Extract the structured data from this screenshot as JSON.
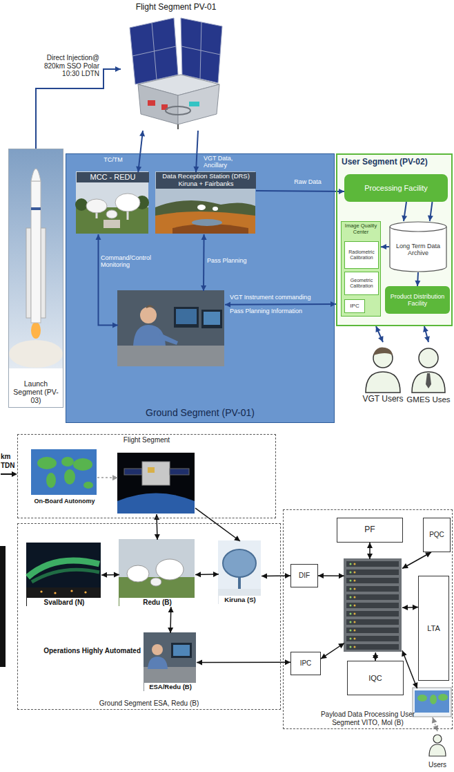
{
  "diagram": {
    "nodes": [
      {
        "text": [
          "Flight Segment PV-01"
        ]
      },
      {
        "text": [
          "Launch Segment (PV-03)"
        ]
      },
      {
        "text": [
          "Ground Segment (PV-01)"
        ]
      },
      {
        "text": [
          "MCC - REDU"
        ],
        "in": 2
      },
      {
        "text": [
          "Data Reception Station (DRS) Kiruna + Fairbanks"
        ],
        "in": 2
      },
      {
        "text": [],
        "in": 2
      },
      {
        "text": [
          "User Segment (PV-02)"
        ]
      },
      {
        "text": [
          "Processing Facility"
        ],
        "in": 6
      },
      {
        "text": [
          "Image Quality Center"
        ],
        "in": 6
      },
      {
        "text": [
          "Radiometric Calibration"
        ],
        "in": 8
      },
      {
        "text": [
          "Geometric Calibration"
        ],
        "in": 8
      },
      {
        "text": [
          "IPC"
        ],
        "in": 8
      },
      {
        "text": [
          "Long Term Data Archive"
        ],
        "in": 6
      },
      {
        "text": [
          "Product Distribution Facility"
        ],
        "in": 6
      },
      {
        "text": [
          "VGT Users"
        ]
      },
      {
        "text": [
          "GMES Uses"
        ]
      },
      {
        "text": [
          "Flight Segment"
        ]
      },
      {
        "text": [
          "On-Board Autonomy"
        ],
        "in": 16
      },
      {
        "text": [],
        "in": 16
      },
      {
        "text": [
          "Ground Segment ESA, Redu (B)"
        ]
      },
      {
        "text": [
          "Svalbard (N)"
        ],
        "in": 19
      },
      {
        "text": [
          "Redu (B)"
        ],
        "in": 19
      },
      {
        "text": [
          "Kiruna (S)"
        ],
        "in": 19
      },
      {
        "text": [
          "ESA/Redu (B)"
        ],
        "in": 19
      },
      {
        "text": [
          "Payload Data Processing User Segment VITO, Mol (B)"
        ]
      },
      {
        "text": [
          "PF"
        ],
        "in": 24
      },
      {
        "text": [
          "PQC"
        ],
        "in": 24
      },
      {
        "text": [
          "DIF"
        ],
        "in": 24
      },
      {
        "text": [],
        "in": 24
      },
      {
        "text": [
          "LTA"
        ],
        "in": 24
      },
      {
        "text": [
          "IPC"
        ],
        "in": 24
      },
      {
        "text": [
          "IQC"
        ],
        "in": 24
      },
      {
        "text": [],
        "in": 24
      },
      {
        "text": [
          "Users"
        ]
      }
    ],
    "edges": [
      {
        "from": 1,
        "to": 0,
        "label": "Direct Injection@ 820km SSO Polar 10:30 LDTN",
        "arrow": "to"
      },
      {
        "from": 3,
        "to": 0,
        "label": "TC/TM",
        "arrow": "both"
      },
      {
        "from": 0,
        "to": 4,
        "label": "VGT Data, Ancillary",
        "arrow": "to"
      },
      {
        "from": 4,
        "to": 7,
        "label": "Raw Data",
        "arrow": "to"
      },
      {
        "from": 3,
        "to": 5,
        "label": "Command/Control Monitoring",
        "arrow": "both"
      },
      {
        "from": 5,
        "to": 4,
        "label": "Pass Planning",
        "arrow": "both"
      },
      {
        "from": 5,
        "to": 6,
        "label": "VGT Instrument commanding",
        "arrow": "both"
      },
      {
        "from": 6,
        "to": 14,
        "arrow": "both"
      },
      {
        "from": 6,
        "to": 15,
        "arrow": "both"
      },
      {
        "from": 7,
        "to": 12,
        "arrow": "to"
      },
      {
        "from": 7,
        "to": 12,
        "arrow": "to"
      },
      {
        "from": 12,
        "to": 8,
        "arrow": "to"
      },
      {
        "from": 12,
        "to": 13,
        "arrow": "to"
      },
      {
        "from": 17,
        "to": 18,
        "arrow": "to"
      },
      {
        "from": 21,
        "to": 18,
        "arrow": "both"
      },
      {
        "from": 20,
        "to": 21,
        "arrow": "both"
      },
      {
        "from": 18,
        "to": 22,
        "arrow": "to"
      },
      {
        "from": 21,
        "to": 22,
        "arrow": "both"
      },
      {
        "from": 21,
        "to": 23,
        "arrow": "both"
      },
      {
        "from": 22,
        "to": 27,
        "arrow": "both"
      },
      {
        "from": 27,
        "to": 28,
        "arrow": "both"
      },
      {
        "from": 25,
        "to": 28,
        "arrow": "both"
      },
      {
        "from": 26,
        "to": 28,
        "arrow": "both"
      },
      {
        "from": 29,
        "to": 28,
        "arrow": "both"
      },
      {
        "from": 30,
        "to": 28,
        "arrow": "both"
      },
      {
        "from": 31,
        "to": 28,
        "arrow": "both"
      },
      {
        "from": 28,
        "to": 32,
        "arrow": "both"
      },
      {
        "from": 23,
        "to": 30,
        "arrow": "both"
      },
      {
        "from": 32,
        "to": 33,
        "arrow": "both"
      }
    ],
    "labels": [
      "Pass Planning Information",
      "km",
      "TDN",
      "Operations Highly Automated"
    ]
  }
}
